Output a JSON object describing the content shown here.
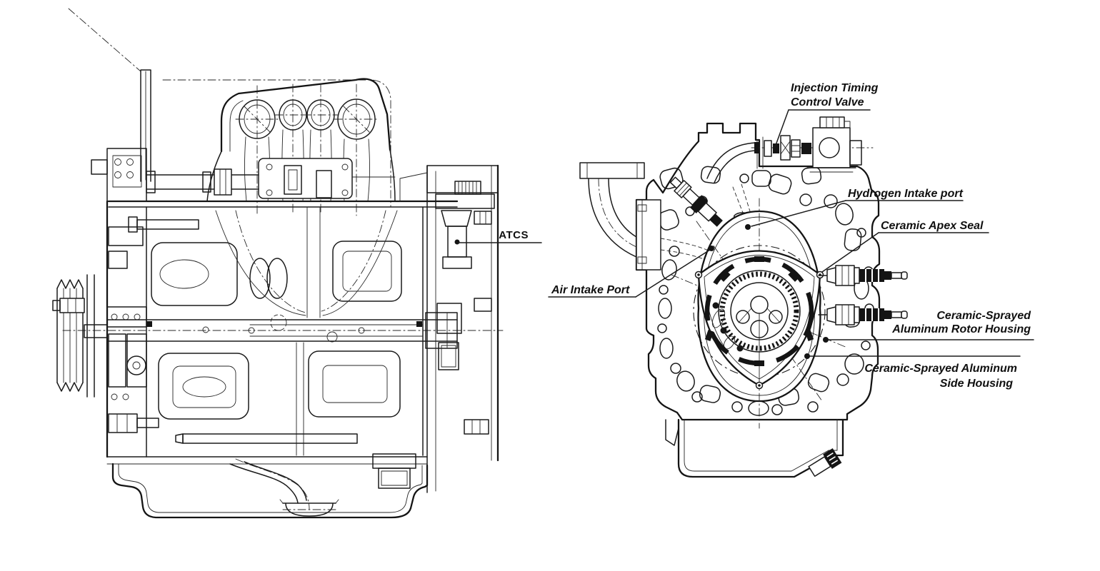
{
  "figure": {
    "background_color": "#ffffff",
    "ink_color": "#1b1b1b",
    "description": "Cutaway technical drawing of a hydrogen rotary engine: longitudinal cross-section (left) and rotor housing cross-section (right)"
  },
  "labels": {
    "atcs": "ATCS",
    "injection_timing_line1": "Injection Timing",
    "injection_timing_line2": "Control Valve",
    "hydrogen_intake_port": "Hydrogen Intake port",
    "ceramic_apex_seal": "Ceramic Apex Seal",
    "air_intake_port": "Air Intake Port",
    "rotor_housing_line1": "Ceramic-Sprayed",
    "rotor_housing_line2": "Aluminum Rotor Housing",
    "side_housing_line1": "Ceramic-Sprayed Aluminum",
    "side_housing_line2": "Side Housing"
  }
}
